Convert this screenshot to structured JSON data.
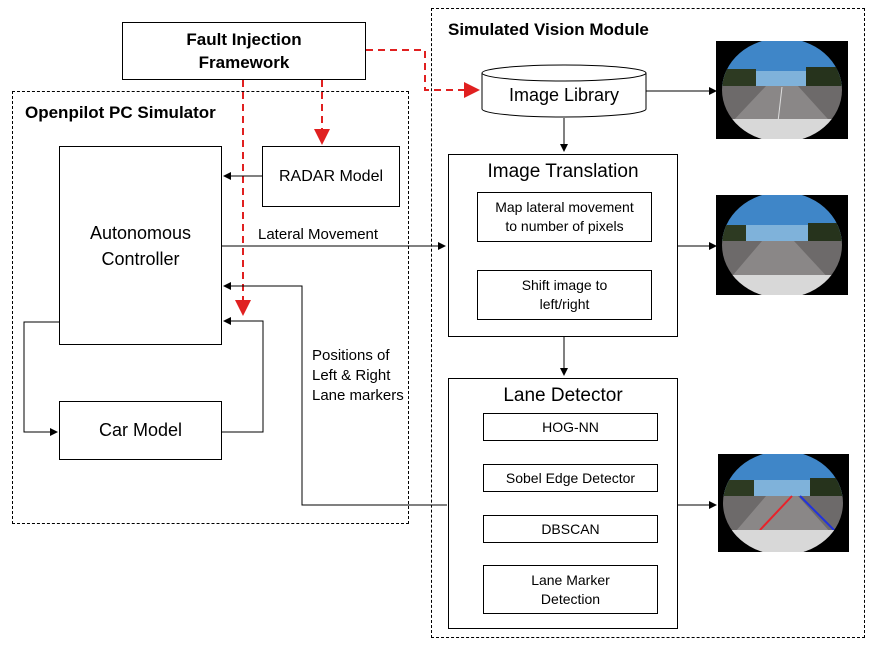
{
  "fault_injection": {
    "line1": "Fault Injection",
    "line2": "Framework"
  },
  "openpilot": {
    "title": "Openpilot PC Simulator"
  },
  "vision": {
    "title": "Simulated Vision Module"
  },
  "image_library": "Image Library",
  "radar": "RADAR Model",
  "controller": {
    "line1": "Autonomous",
    "line2": "Controller"
  },
  "car_model": "Car Model",
  "image_translation": {
    "title": "Image Translation",
    "map": {
      "line1": "Map lateral movement",
      "line2": "to number of pixels"
    },
    "shift": {
      "line1": "Shift image to",
      "line2": "left/right"
    }
  },
  "lane_detector": {
    "title": "Lane Detector",
    "steps": [
      "HOG-NN",
      "Sobel Edge Detector",
      "DBSCAN"
    ],
    "last": {
      "line1": "Lane Marker",
      "line2": "Detection"
    }
  },
  "edges": {
    "lateral_movement": "Lateral Movement",
    "positions": {
      "line1": "Positions of",
      "line2": "Left & Right",
      "line3": "Lane markers"
    }
  },
  "colors": {
    "fault_arrow": "#e02020",
    "lane_left": "#e8222a",
    "lane_right": "#2233dd"
  }
}
